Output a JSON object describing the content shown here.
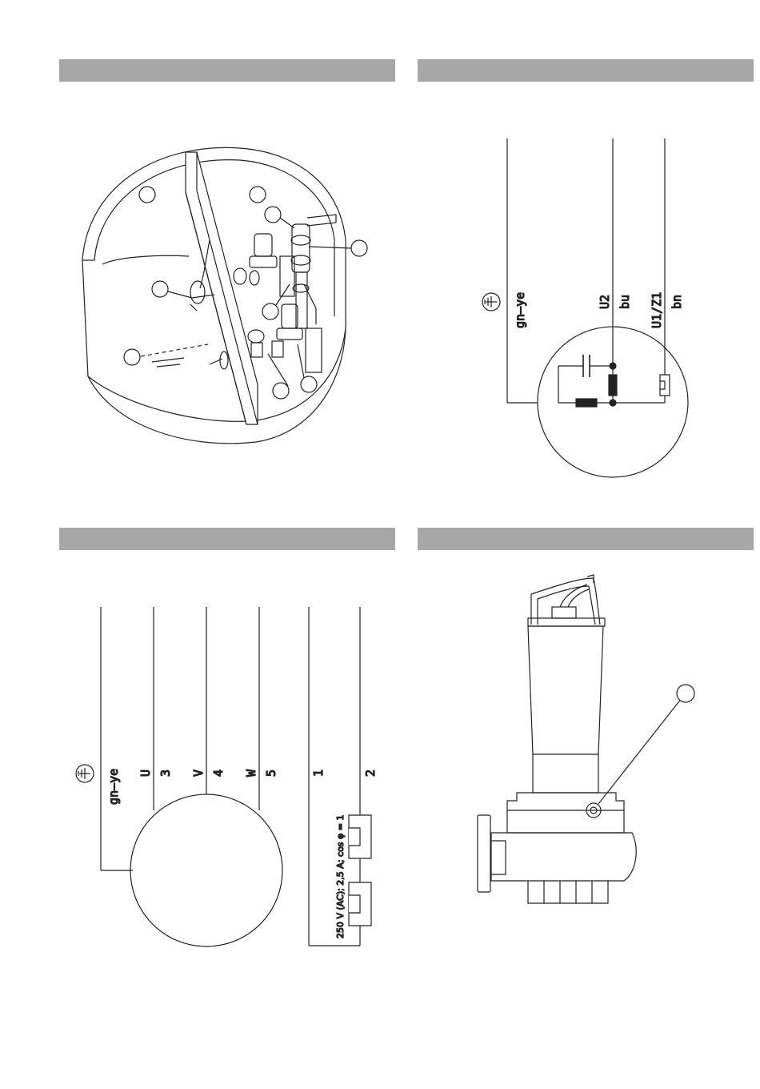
{
  "figure_tl": {},
  "wiring_single_phase": {
    "earth": "gn–ye",
    "u2": "U2",
    "u2_color": "bu",
    "u1z1": "U1/Z1",
    "u1z1_color": "bn"
  },
  "wiring_three_phase": {
    "earth": "gn–ye",
    "phase_u": "U",
    "phase_u_num": "3",
    "phase_v": "V",
    "phase_v_num": "4",
    "phase_w": "W",
    "phase_w_num": "5",
    "sensor_1": "1",
    "sensor_2": "2",
    "rating": "250 V (AC); 2,5 A; cos φ = 1"
  },
  "figure_br": {}
}
